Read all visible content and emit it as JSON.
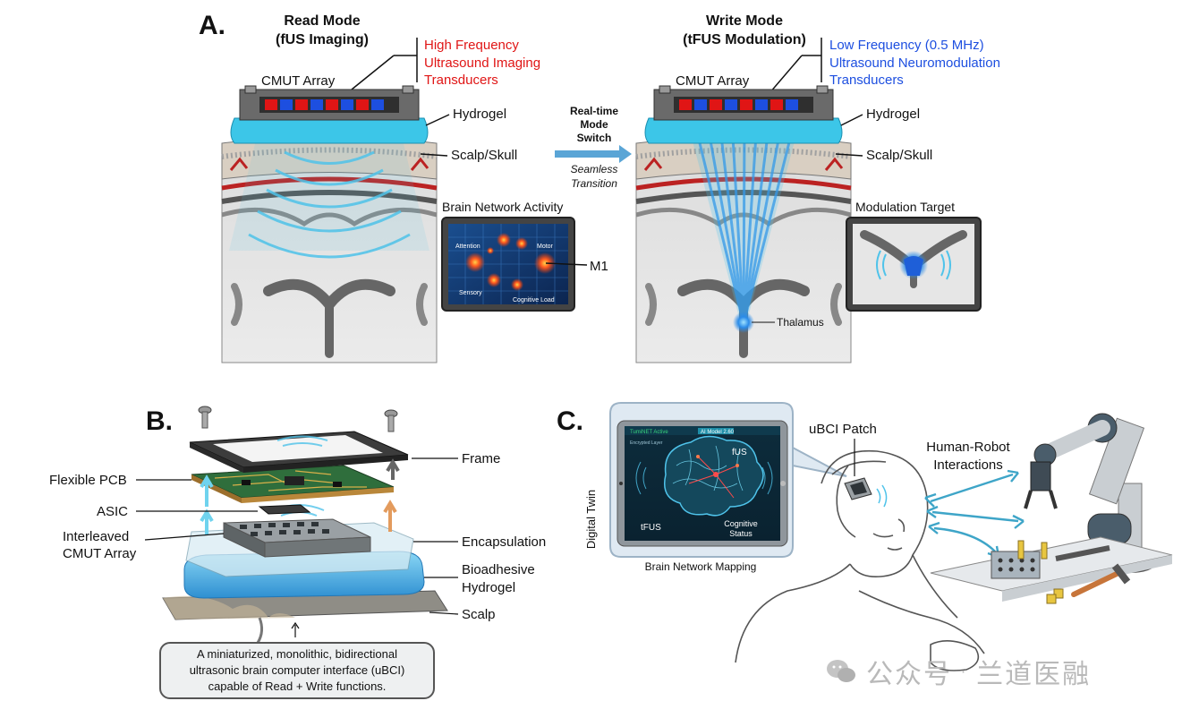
{
  "panel_a": {
    "letter": "A.",
    "read": {
      "title_line1": "Read Mode",
      "title_line2": "(fUS Imaging)",
      "desc_line1": "High Frequency",
      "desc_line2": "Ultrasound Imaging",
      "desc_line3": "Transducers",
      "cmut": "CMUT Array",
      "hydrogel": "Hydrogel",
      "scalp": "Scalp/Skull",
      "inset_title": "Brain Network Activity",
      "inset_attention": "Attention",
      "inset_motor": "Motor",
      "inset_sensory": "Sensory",
      "inset_cognitive": "Cognitive Load",
      "m1": "M1"
    },
    "switch": {
      "line1": "Real-time",
      "line2": "Mode",
      "line3": "Switch",
      "sub1": "Seamless",
      "sub2": "Transition"
    },
    "write": {
      "title_line1": "Write Mode",
      "title_line2": "(tFUS Modulation)",
      "desc_line1": "Low Frequency (0.5 MHz)",
      "desc_line2": "Ultrasound Neuromodulation",
      "desc_line3": "Transducers",
      "cmut": "CMUT Array",
      "hydrogel": "Hydrogel",
      "scalp": "Scalp/Skull",
      "inset_title": "Modulation Target",
      "thalamus": "Thalamus"
    }
  },
  "panel_b": {
    "letter": "B.",
    "frame": "Frame",
    "flex_pcb": "Flexible PCB",
    "asic": "ASIC",
    "cmut_line1": "Interleaved",
    "cmut_line2": "CMUT Array",
    "encapsulation": "Encapsulation",
    "hydrogel_line1": "Bioadhesive",
    "hydrogel_line2": "Hydrogel",
    "scalp": "Scalp",
    "caption_line1": "A miniaturized, monolithic, bidirectional",
    "caption_line2": "ultrasonic brain computer interface (uBCI)",
    "caption_line3": "capable of Read + Write functions."
  },
  "panel_c": {
    "letter": "C.",
    "digital_twin": "Digital Twin",
    "tablet_header_left": "TumiNET Active",
    "tablet_header_mid": "AI Model 2.60",
    "tablet_encrypted": "Encrypted Layer",
    "tablet_fus": "fUS",
    "tablet_tfus": "tFUS",
    "tablet_cog1": "Cognitive",
    "tablet_cog2": "Status",
    "mapping": "Brain Network Mapping",
    "patch": "uBCI Patch",
    "hri_line1": "Human-Robot",
    "hri_line2": "Interactions"
  },
  "watermark": {
    "left": "公众号",
    "dot": "·",
    "right": "兰道医融"
  },
  "colors": {
    "read_accent": "#e01515",
    "write_accent": "#1d4fe0",
    "hydrogel": "#3cc6e8",
    "wave": "#4fc3ea"
  }
}
